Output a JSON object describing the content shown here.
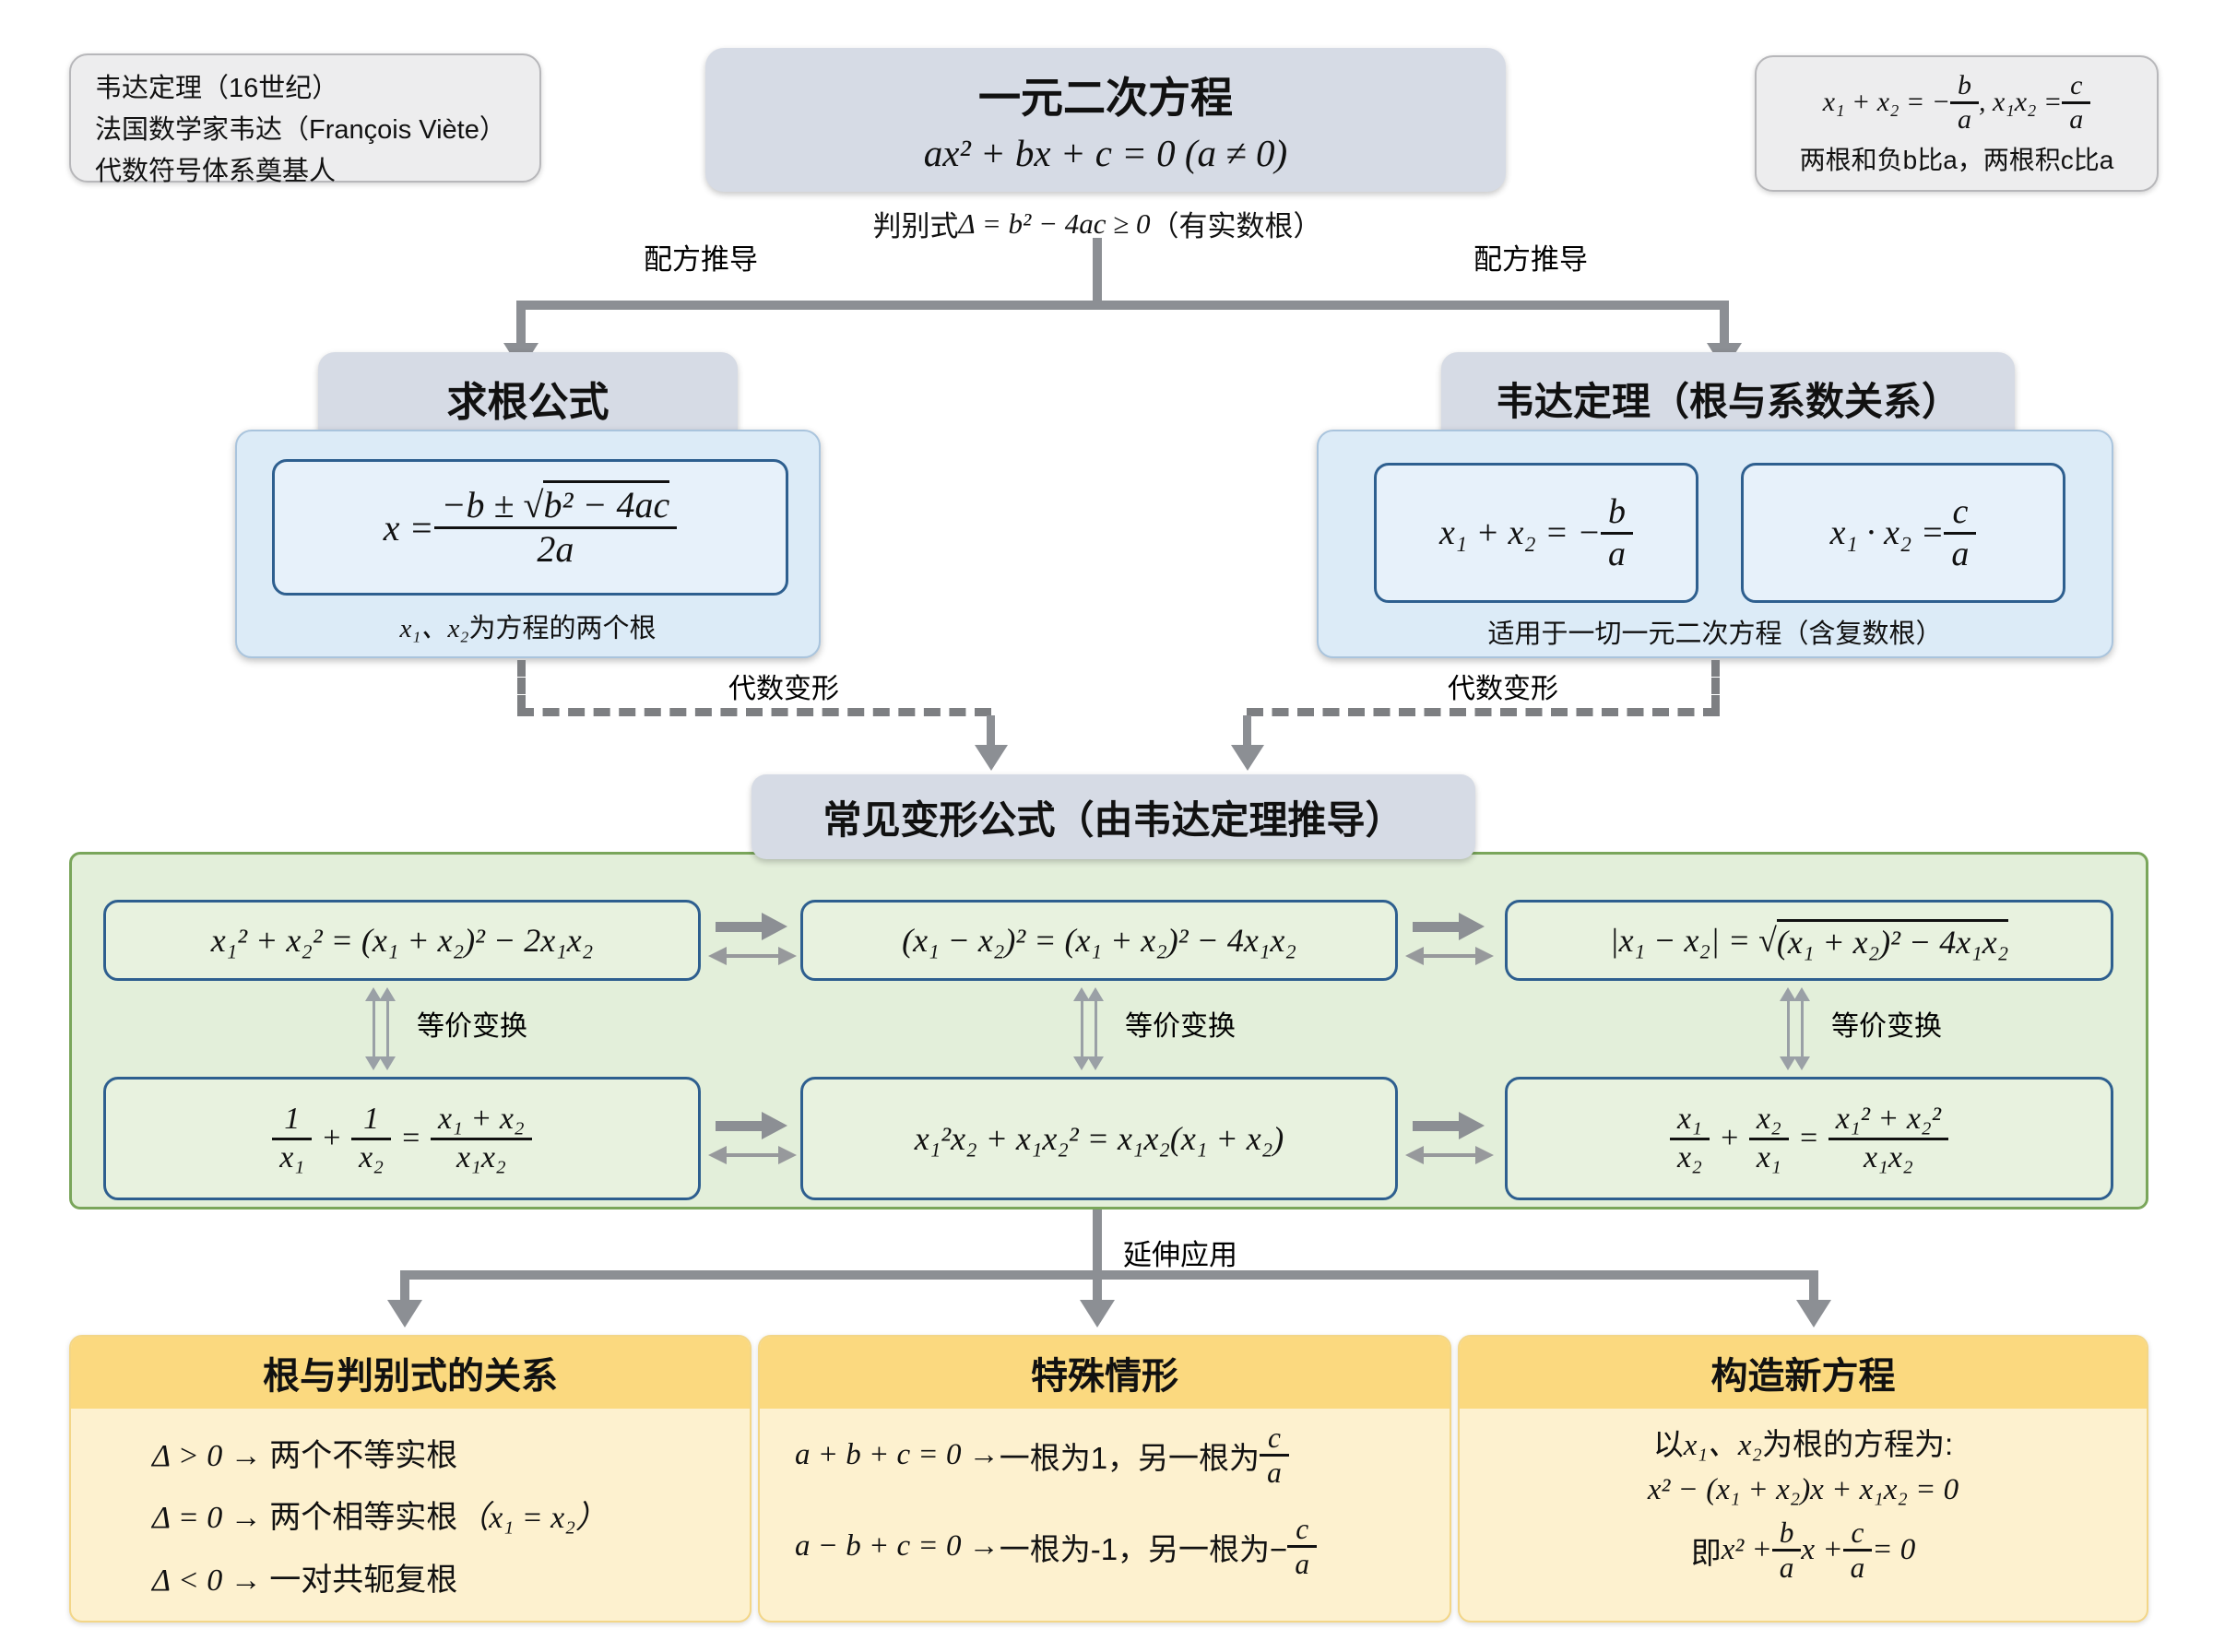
{
  "info_box": {
    "lines": [
      "韦达定理（16世纪）",
      "法国数学家韦达（François Viète）",
      "代数符号体系奠基人"
    ]
  },
  "title_box": {
    "title": "一元二次方程",
    "formula": "ax² + bx + c = 0 (a ≠ 0)"
  },
  "memory_box": {
    "f_pre": "x₁ + x₂ = −",
    "frac1": {
      "num": "b",
      "den": "a"
    },
    "f_mid": ",  x₁x₂ = ",
    "frac2": {
      "num": "c",
      "den": "a"
    },
    "caption": "两根和负b比a，两根积c比a"
  },
  "discriminant": {
    "pre": "判别式 ",
    "math": "Δ = b² − 4ac ≥ 0",
    "post": "（有实数根）"
  },
  "edge_labels": {
    "left_derive": "配方推导",
    "right_derive": "配方推导",
    "left_transform": "代数变形",
    "right_transform": "代数变形",
    "equiv1": "等价变换",
    "equiv2": "等价变换",
    "equiv3": "等价变换",
    "extend": "延伸应用"
  },
  "quadratic_formula": {
    "header": "求根公式",
    "lhs": "x = ",
    "num_pre": "−b ± √",
    "radicand": "b² − 4ac",
    "den": "2a",
    "caption_math": "x₁、x₂",
    "caption_cn": " 为方程的两个根"
  },
  "vieta": {
    "header": "韦达定理（根与系数关系）",
    "sum": {
      "pre": "x₁ + x₂ = −",
      "num": "b",
      "den": "a"
    },
    "product": {
      "pre": "x₁ · x₂ = ",
      "num": "c",
      "den": "a"
    },
    "caption": "适用于一切一元二次方程（含复数根）"
  },
  "transforms": {
    "header": "常见变形公式（由韦达定理推导）",
    "f1": "x₁² + x₂² = (x₁ + x₂)² − 2x₁x₂",
    "f2": "(x₁ − x₂)² = (x₁ + x₂)² − 4x₁x₂",
    "f3_pre": "|x₁ − x₂| = √",
    "f3_radicand": "(x₁ + x₂)² − 4x₁x₂",
    "f4": {
      "a_num": "1",
      "a_den": "x₁",
      "plus": "+",
      "b_num": "1",
      "b_den": "x₂",
      "eq": "=",
      "c_num": "x₁ + x₂",
      "c_den": "x₁x₂"
    },
    "f5": "x₁²x₂ + x₁x₂² = x₁x₂(x₁ + x₂)",
    "f6": {
      "a_num": "x₁",
      "a_den": "x₂",
      "plus": "+",
      "b_num": "x₂",
      "b_den": "x₁",
      "eq": "=",
      "c_num": "x₁² + x₂²",
      "c_den": "x₁x₂"
    }
  },
  "applications": {
    "discriminant_relation": {
      "header": "根与判别式的关系",
      "l1_math": "Δ > 0 → ",
      "l1_cn": "两个不等实根",
      "l2_math": "Δ = 0 → ",
      "l2_cn": "两个相等实根",
      "l2_math2": "（x₁ = x₂）",
      "l3_math": "Δ < 0 → ",
      "l3_cn": "一对共轭复根"
    },
    "special_cases": {
      "header": "特殊情形",
      "case1": {
        "math": "a + b + c = 0 → ",
        "cn": "一根为1，另一根为",
        "num": "c",
        "den": "a"
      },
      "case2": {
        "math": "a − b + c = 0 → ",
        "cn": "一根为-1，另一根为−",
        "num": "c",
        "den": "a"
      }
    },
    "construct": {
      "header": "构造新方程",
      "line1_cn1": "以",
      "line1_math": "x₁、x₂",
      "line1_cn2": "为根的方程为:",
      "line2": "x² − (x₁ + x₂)x + x₁x₂ = 0",
      "line3_cn": "即",
      "line3_pre": "x² + ",
      "frac1": {
        "num": "b",
        "den": "a"
      },
      "line3_mid": "x + ",
      "frac2": {
        "num": "c",
        "den": "a"
      },
      "line3_end": " = 0"
    }
  },
  "palette": {
    "panel_blue": "#dcebf7",
    "panel_green": "#e3efda",
    "header_lavender": "#d6dbe5",
    "yellow_header": "#fbd97f",
    "yellow_body": "#fdf1cf",
    "navy_border": "#2e5f8f",
    "green_border": "#7aa65b",
    "arrow_gray": "#8c8f94"
  }
}
